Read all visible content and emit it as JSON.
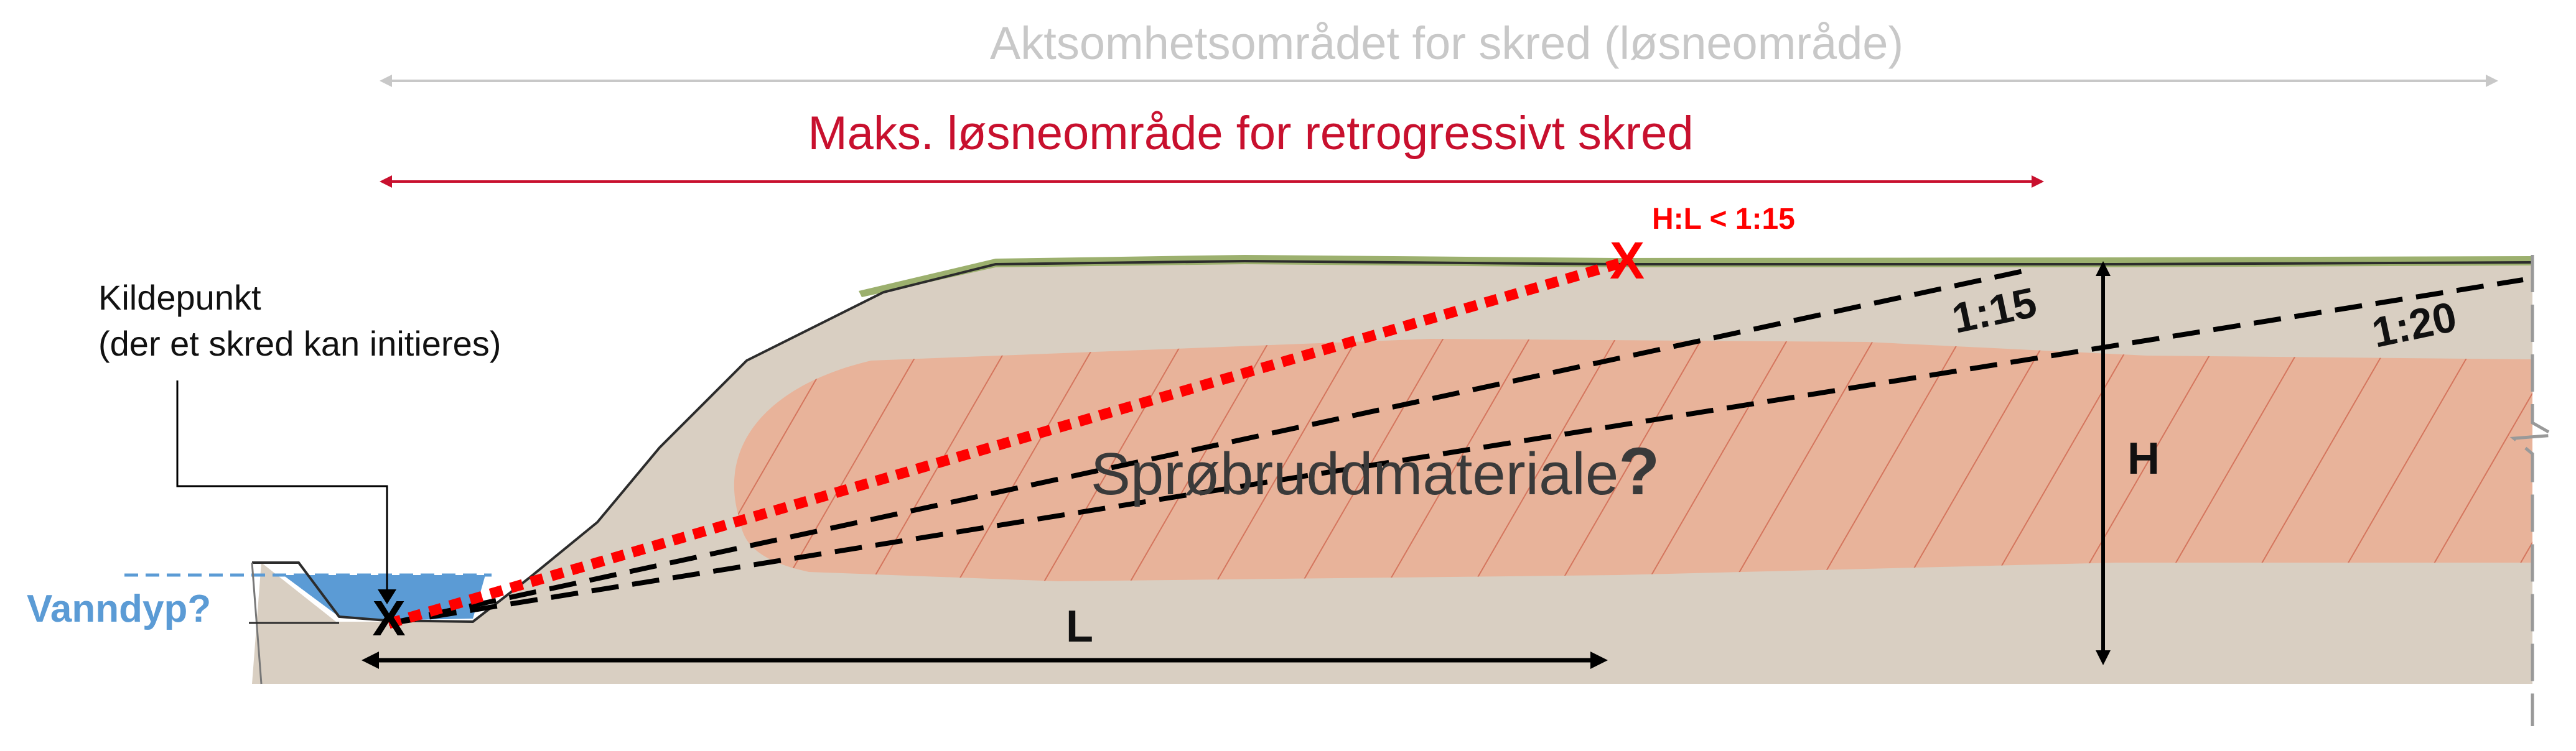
{
  "header": {
    "susceptibility_area": "Aktsomhetsområdet for skred (løsneområde)",
    "max_release_area": "Maks. løsneområde for retrogressivt skred"
  },
  "labels": {
    "source_point_line1": "Kildepunkt",
    "source_point_line2": "(der et skred kan initieres)",
    "water_depth": "Vanndyp?",
    "source_marker": "X",
    "end_marker": "X",
    "ratio_condition": "H:L < 1:15",
    "slope_1_15": "1:15",
    "slope_1_20": "1:20",
    "brittle_material": "Sprøbruddmateriale",
    "brittle_question": "?",
    "height": "H",
    "length": "L"
  },
  "colors": {
    "susceptibility": "#c8c8c8",
    "max_release": "#c8102e",
    "critical_line": "#ff0000",
    "water": "#5b9bd5",
    "soil": "#d9cfc2",
    "brittle_layer": "#e8b39a",
    "grass": "#9cb06e"
  }
}
